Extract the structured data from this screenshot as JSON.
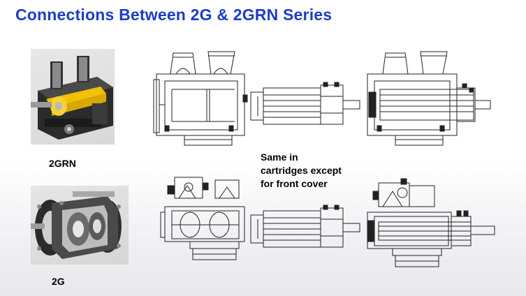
{
  "slide": {
    "title": "Connections Between 2G & 2GRN Series"
  },
  "photos": {
    "top_label": "2GRN",
    "bottom_label": "2G"
  },
  "note": {
    "line1": "Same in",
    "line2": "cartridges except",
    "line3": "for front cover"
  },
  "colors": {
    "title": "#1e3cc8",
    "insert_yellow": "#f2c200",
    "line": "#222222"
  }
}
